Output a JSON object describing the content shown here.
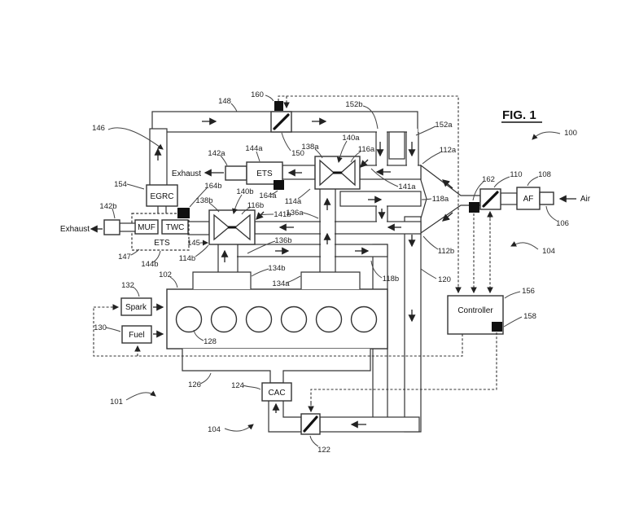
{
  "figure": {
    "title": "FIG. 1"
  },
  "boxes": {
    "egrc": "EGRC",
    "muf": "MUF",
    "twc": "TWC",
    "ets_upper": "ETS",
    "ets_lower": "ETS",
    "spark": "Spark",
    "fuel": "Fuel",
    "cac": "CAC",
    "af": "AF",
    "controller": "Controller"
  },
  "words": {
    "exhaust_upper": "Exhaust",
    "exhaust_lower": "Exhaust",
    "air": "Air"
  },
  "refs": {
    "100": "100",
    "101": "101",
    "102": "102",
    "104a": "104",
    "104c": "104",
    "106": "106",
    "108": "108",
    "110": "110",
    "112a": "112a",
    "112b": "112b",
    "114a": "114a",
    "114b": "114b",
    "116a": "116a",
    "116b": "116b",
    "118a": "118a",
    "118b": "118b",
    "120": "120",
    "122": "122",
    "124": "124",
    "126": "126",
    "128": "128",
    "130": "130",
    "132": "132",
    "134a": "134a",
    "134b": "134b",
    "136a": "136a",
    "136b": "136b",
    "138a": "138a",
    "138b": "138b",
    "140a": "140a",
    "140b": "140b",
    "141a": "141a",
    "141b": "141b",
    "142a": "142a",
    "142b": "142b",
    "144a": "144a",
    "144b": "144b",
    "145": "145",
    "146": "146",
    "147": "147",
    "148": "148",
    "150": "150",
    "152a": "152a",
    "152b": "152b",
    "154": "154",
    "156": "156",
    "158": "158",
    "160": "160",
    "162": "162",
    "164a": "164a",
    "164b": "164b"
  }
}
